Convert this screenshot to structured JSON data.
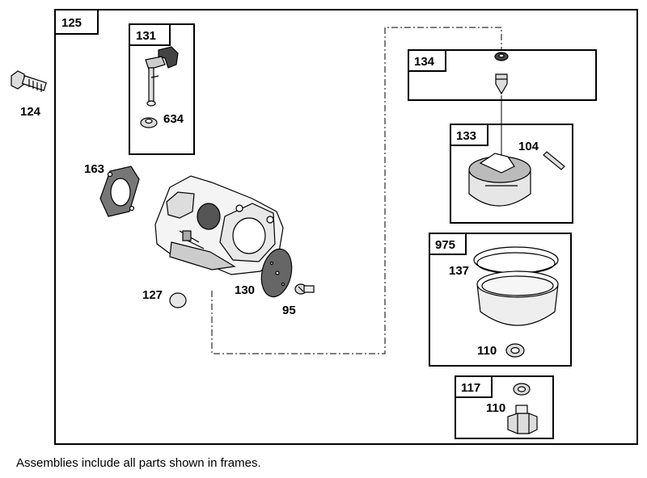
{
  "frames": {
    "main": "125",
    "f131": "131",
    "f134": "134",
    "f133": "133",
    "f975": "975",
    "f117": "117"
  },
  "parts": {
    "p124": "124",
    "p634": "634",
    "p163": "163",
    "p104": "104",
    "p137": "137",
    "p127": "127",
    "p130": "130",
    "p95": "95",
    "p110a": "110",
    "p110b": "110"
  },
  "footnote": "Assemblies include all parts shown in frames."
}
